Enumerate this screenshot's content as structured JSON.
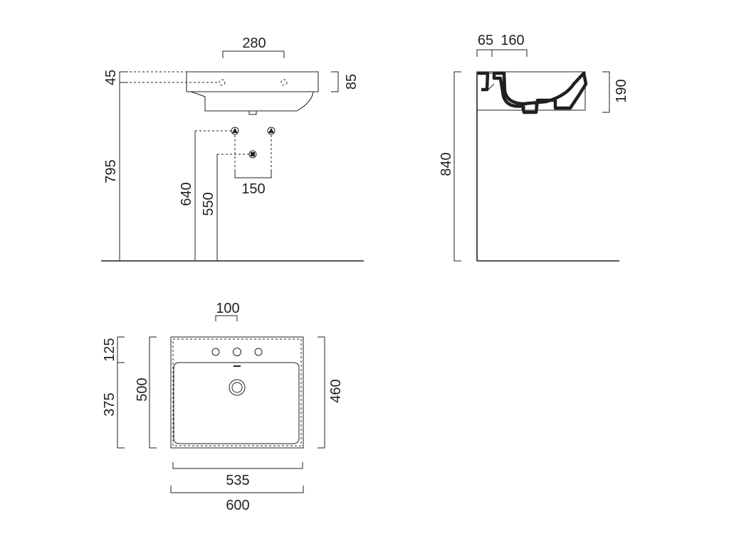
{
  "front_view": {
    "top_width": "280",
    "depth_left": "45",
    "thickness_right": "85",
    "height_rim": "795",
    "height_taps": "640",
    "height_waste": "550",
    "taps_spacing": "150"
  },
  "side_view": {
    "wall_offset": "65",
    "tap_offset": "160",
    "bowl_depth": "190",
    "total_height": "840"
  },
  "top_view": {
    "tap_spacing": "100",
    "deck_depth": "125",
    "bowl_depth": "375",
    "total_depth": "500",
    "inner_depth": "460",
    "inner_width": "535",
    "total_width": "600"
  }
}
